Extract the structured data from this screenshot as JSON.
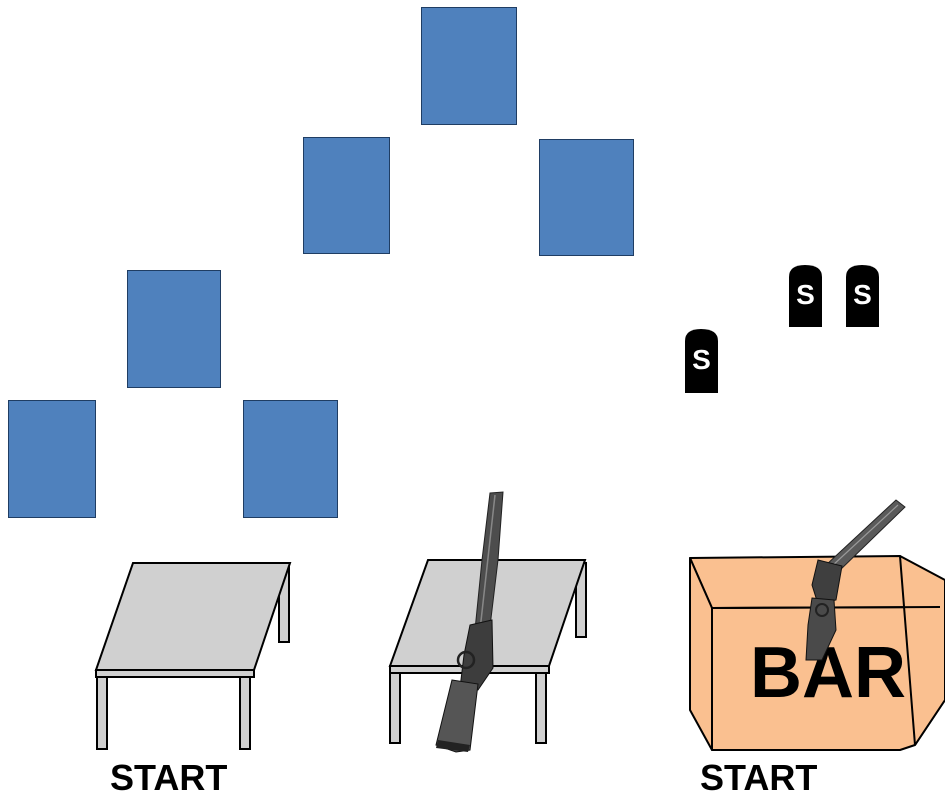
{
  "targets": [
    {
      "name": "top"
    },
    {
      "name": "middle-left"
    },
    {
      "name": "middle-right"
    },
    {
      "name": "left-upper"
    },
    {
      "name": "left-lower"
    },
    {
      "name": "left-lower-right"
    }
  ],
  "tombstone_markers": [
    "S",
    "S",
    "S"
  ],
  "box": {
    "label": "BAR"
  },
  "start_labels": {
    "left": "START",
    "right": "START"
  },
  "colors": {
    "target_fill": "#4f81bd",
    "table_top": "#d0d0d0",
    "box_fill": "#fac090"
  },
  "icons": [
    "rifle-icon",
    "shotgun-icon",
    "tombstone-icon"
  ]
}
